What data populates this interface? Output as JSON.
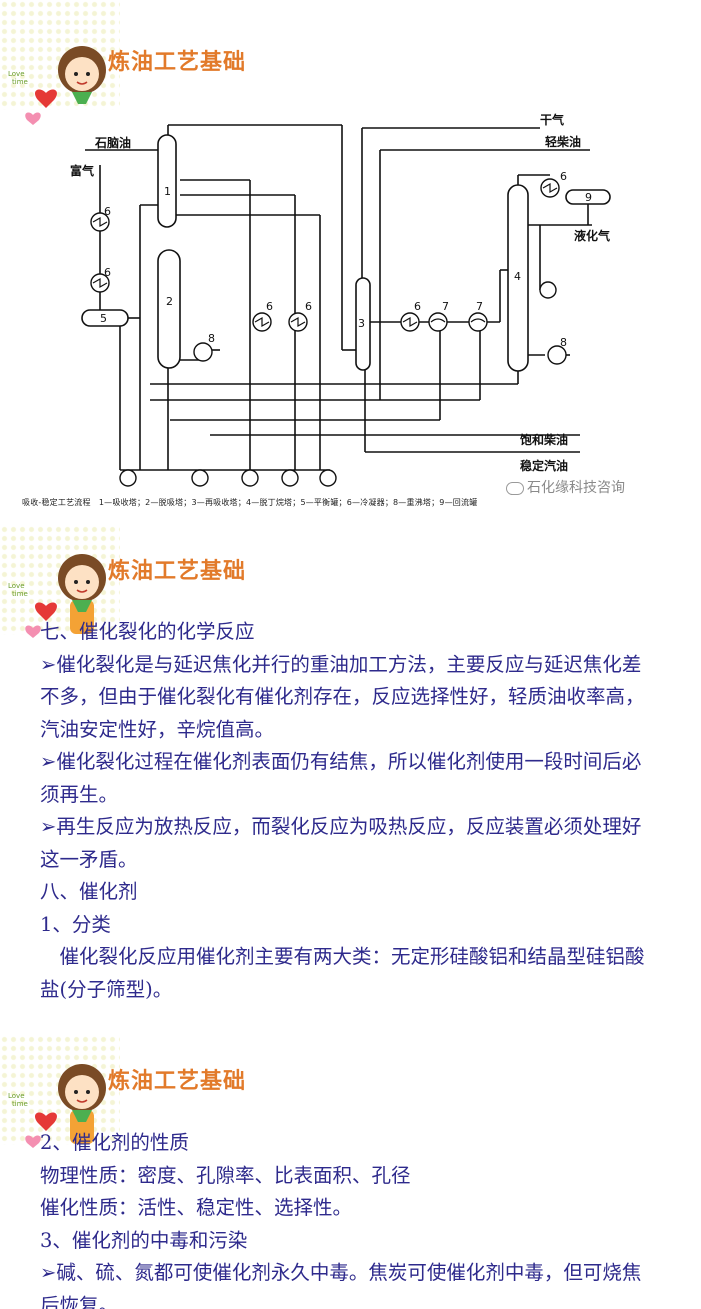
{
  "slides": [
    {
      "title": "炼油工艺基础",
      "diagram": {
        "labels": {
          "naphtha": "石脑油",
          "rich_gas": "富气",
          "dry_gas": "干气",
          "light_diesel": "轻柴油",
          "lpg": "液化气",
          "saturated_diesel": "饱和柴油",
          "stable_gasoline": "稳定汽油"
        },
        "numbers": [
          "1",
          "2",
          "3",
          "4",
          "5",
          "6",
          "7",
          "8",
          "9"
        ],
        "caption": "吸收-稳定工艺流程　1—吸收塔；2—脱吸塔；3—再吸收塔；4—脱丁烷塔；5—平衡罐；6—冷凝器；8—重沸塔；9—回流罐"
      },
      "watermark": "石化缘科技咨询"
    },
    {
      "title": "炼油工艺基础",
      "paragraphs": [
        "七、催化裂化的化学反应",
        "➢催化裂化是与延迟焦化并行的重油加工方法，主要反应与延迟焦化差不多，但由于催化裂化有催化剂存在，反应选择性好，轻质油收率高，汽油安定性好，辛烷值高。",
        "➢催化裂化过程在催化剂表面仍有结焦，所以催化剂使用一段时间后必须再生。",
        "➢再生反应为放热反应，而裂化反应为吸热反应，反应装置必须处理好这一矛盾。",
        "八、催化剂",
        "1、分类",
        "　催化裂化反应用催化剂主要有两大类：无定形硅酸铝和结晶型硅铝酸盐(分子筛型)。"
      ]
    },
    {
      "title": "炼油工艺基础",
      "paragraphs": [
        "2、催化剂的性质",
        "物理性质：密度、孔隙率、比表面积、孔径",
        "催化性质：活性、稳定性、选择性。",
        "3、催化剂的中毒和污染",
        "➢碱、硫、氮都可使催化剂永久中毒。焦炭可使催化剂中毒，但可烧焦后恢复。"
      ]
    }
  ],
  "colors": {
    "title": "#e27a2a",
    "body_text": "#2e2a8c",
    "line": "#111111"
  }
}
